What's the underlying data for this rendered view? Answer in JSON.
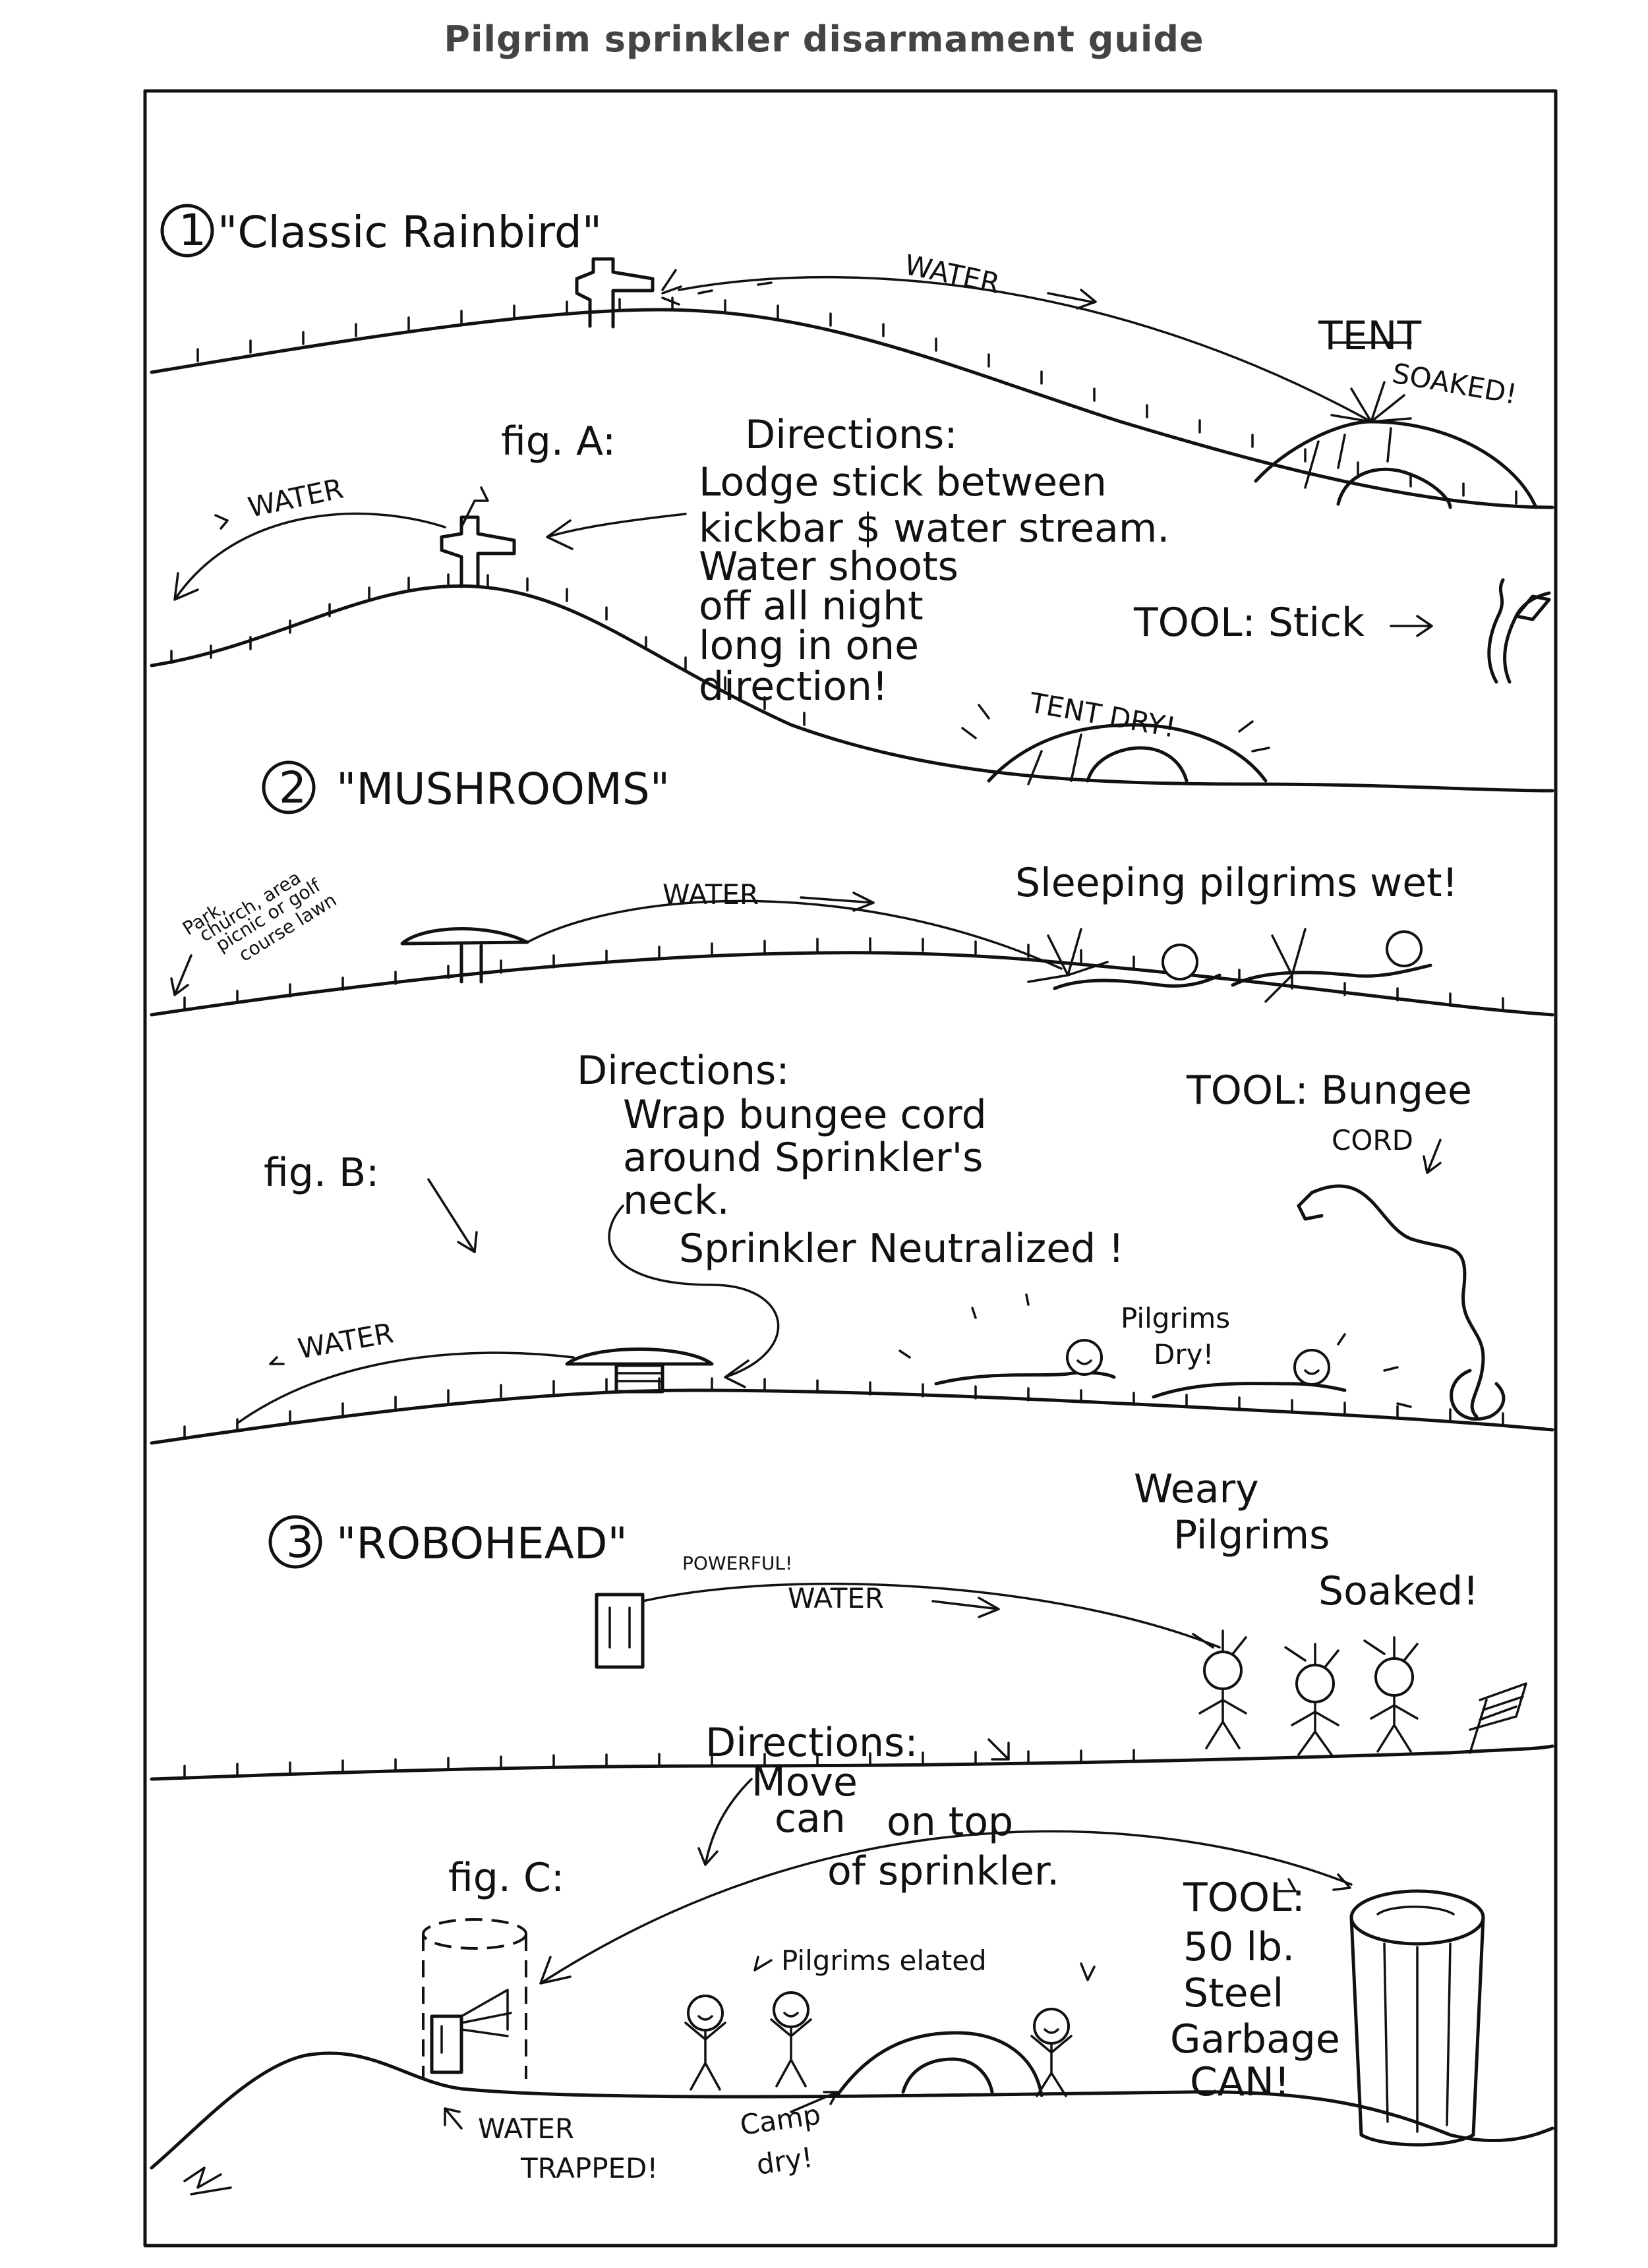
{
  "title": "Pilgrim sprinkler disarmament guide",
  "section1": {
    "heading_num": "1",
    "heading": "\"Classic Rainbird\"",
    "water": "WATER",
    "tent_top": "TENT",
    "tent_soaked": "SOAKED!",
    "fig": "fig. A:",
    "directions_label": "Directions:",
    "directions": [
      "Lodge stick between",
      "kickbar $ water stream.",
      "Water shoots",
      "off all night",
      "long in one",
      "direction!"
    ],
    "water_back": "WATER",
    "tool": "TOOL: Stick",
    "tent_dry": "TENT DRY!"
  },
  "section2": {
    "heading_num": "2",
    "heading": "\"MUSHROOMS\"",
    "where": [
      "Park,",
      "church, area",
      "picnic or golf",
      "course lawn"
    ],
    "water": "WATER",
    "pilgrims_wet": "Sleeping pilgrims wet!",
    "directions_label": "Directions:",
    "directions": [
      "Wrap bungee cord",
      "around Sprinkler's",
      "neck."
    ],
    "neutralized": "Sprinkler Neutralized !",
    "tool": "TOOL: Bungee",
    "tool_cord": "CORD",
    "fig": "fig. B:",
    "water_back": "WATER",
    "pilgrims_dry": [
      "Pilgrims",
      "Dry!"
    ]
  },
  "section3": {
    "heading_num": "3",
    "heading": "\"ROBOHEAD\"",
    "powerful": "POWERFUL!",
    "water": "WATER",
    "weary": [
      "Weary",
      "Pilgrims",
      "Soaked!"
    ],
    "directions_label": "Directions:",
    "directions": [
      "Move",
      "can"
    ],
    "directions_b": [
      "on top",
      "of sprinkler."
    ],
    "fig": "fig. C:",
    "elated": "Pilgrims elated",
    "tool": [
      "TOOL:",
      "50 lb.",
      "Steel",
      "Garbage",
      "CAN!"
    ],
    "water_trapped": [
      "WATER",
      "TRAPPED!"
    ],
    "camp_dry": [
      "Camp",
      "dry!"
    ]
  }
}
